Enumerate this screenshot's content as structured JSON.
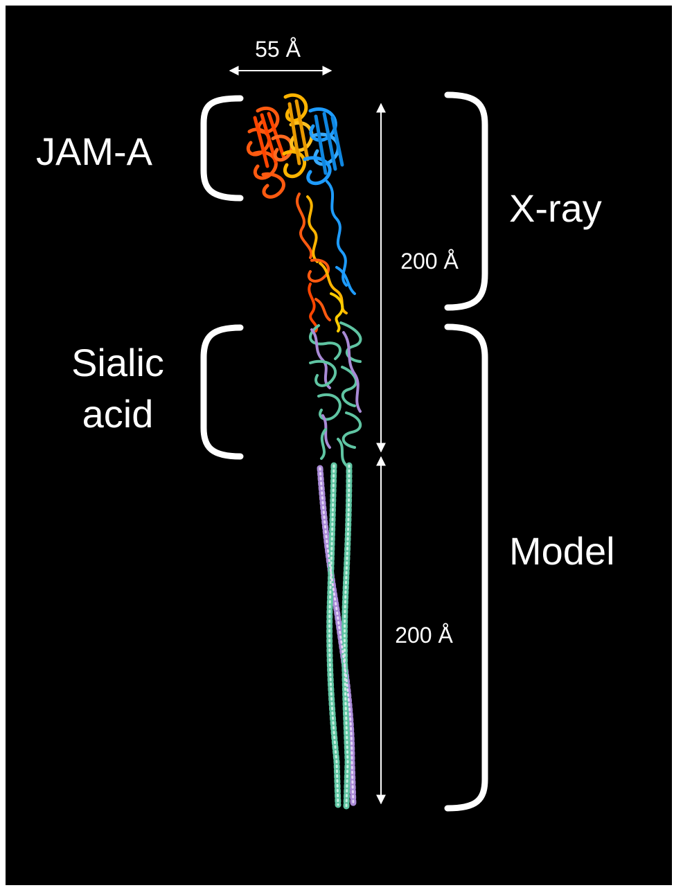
{
  "labels": {
    "width": "55 Å",
    "jam_a": "JAM-A",
    "sialic_line1": "Sialic",
    "sialic_line2": "acid",
    "xray": "X-ray",
    "model": "Model",
    "length_top": "200 Å",
    "length_bottom": "200 Å"
  },
  "colors": {
    "background": "#000000",
    "text": "#ffffff",
    "head_orange": "#ff5a10",
    "head_gold": "#ffb400",
    "head_blue": "#1e9cff",
    "body_teal": "#5fc4a2",
    "body_lavender": "#a98ad6"
  }
}
